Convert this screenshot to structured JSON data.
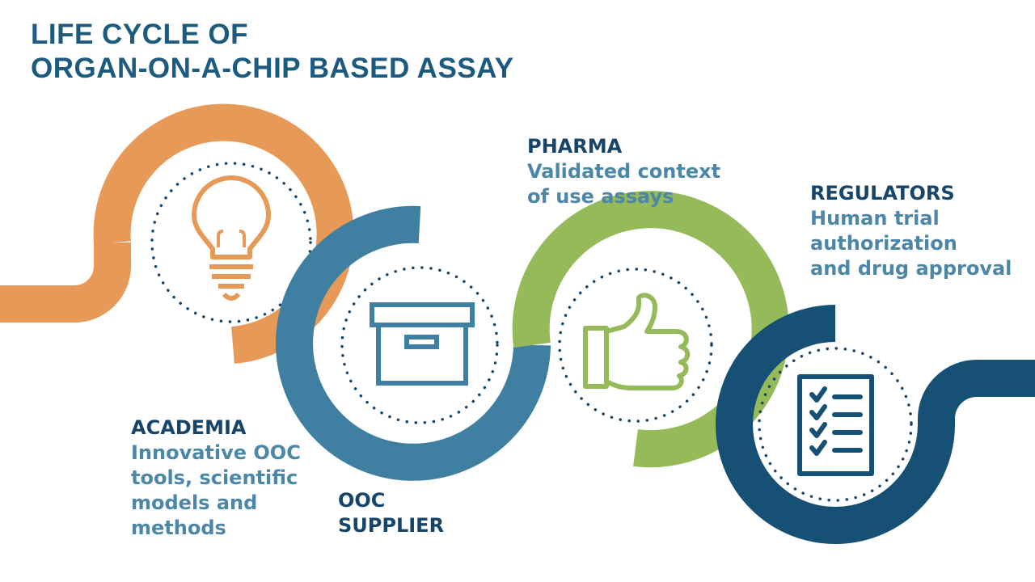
{
  "title": {
    "line1": "LIFE CYCLE OF",
    "line2": "ORGAN-ON-A-CHIP BASED ASSAY"
  },
  "colors": {
    "title": "#1c5a7f",
    "stage_name": "#17456a",
    "stage_desc": "#4c87a8",
    "academia": "#e79957",
    "supplier": "#3f7fa1",
    "pharma": "#95ba5a",
    "regulators": "#175075"
  },
  "stages": [
    {
      "name": "ACADEMIA",
      "desc_lines": [
        "Innovative OOC",
        "tools, scientific",
        "models and",
        "methods"
      ],
      "icon": "lightbulb-icon"
    },
    {
      "name_lines": [
        "OOC",
        "SUPPLIER"
      ],
      "icon": "archive-box-icon"
    },
    {
      "name": "PHARMA",
      "desc_lines": [
        "Validated context",
        "of use assays"
      ],
      "icon": "thumbs-up-icon"
    },
    {
      "name": "REGULATORS",
      "desc_lines": [
        "Human trial",
        "authorization",
        "and drug approval"
      ],
      "icon": "checklist-icon"
    }
  ]
}
